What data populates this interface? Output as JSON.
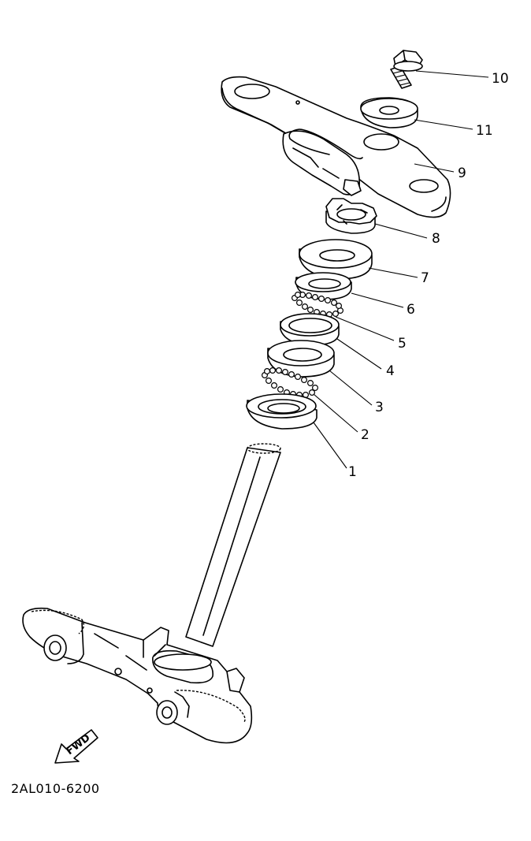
{
  "parts": [
    {
      "number": "1"
    },
    {
      "number": "2"
    },
    {
      "number": "3"
    },
    {
      "number": "4"
    },
    {
      "number": "5"
    },
    {
      "number": "6"
    },
    {
      "number": "7"
    },
    {
      "number": "8"
    },
    {
      "number": "9"
    },
    {
      "number": "10"
    },
    {
      "number": "11"
    }
  ],
  "fwd_marker": "FWD",
  "diagram_code": "2AL010-6200"
}
